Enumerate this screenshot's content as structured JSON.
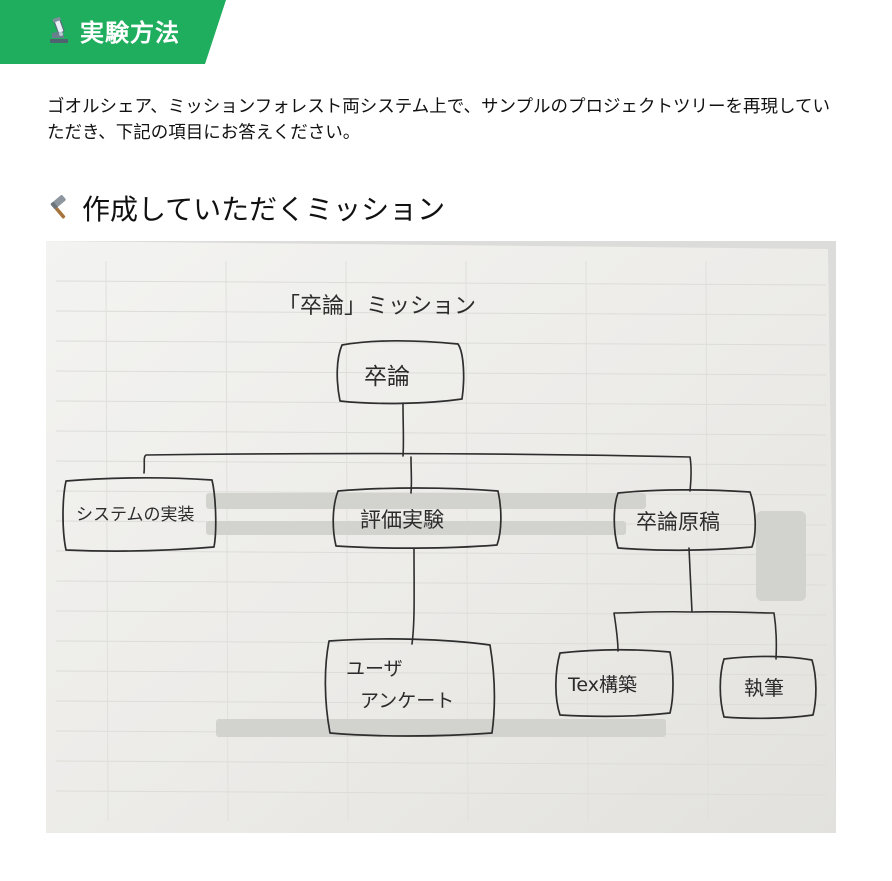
{
  "section": {
    "title": "実験方法",
    "icon": "microscope-icon",
    "accent_color": "#1fad5e"
  },
  "intro": {
    "text": "ゴオルシェア、ミッションフォレスト両システム上で、サンプルのプロジェクトツリーを再現していただき、下記の項目にお答えください。"
  },
  "mission_heading": {
    "icon": "hammer-icon",
    "label": "作成していただくミッション"
  },
  "sketch": {
    "caption": "「卒論」ミッション",
    "root": "卒論",
    "children": [
      {
        "label": "システムの実装"
      },
      {
        "label": "評価実験"
      },
      {
        "label": "卒論原稿"
      }
    ],
    "grandchildren_of_evaluation": [
      {
        "label_line1": "ユーザ",
        "label_line2": "アンケート"
      }
    ],
    "grandchildren_of_manuscript": [
      {
        "label": "Tex構築"
      },
      {
        "label": "執筆"
      }
    ]
  }
}
